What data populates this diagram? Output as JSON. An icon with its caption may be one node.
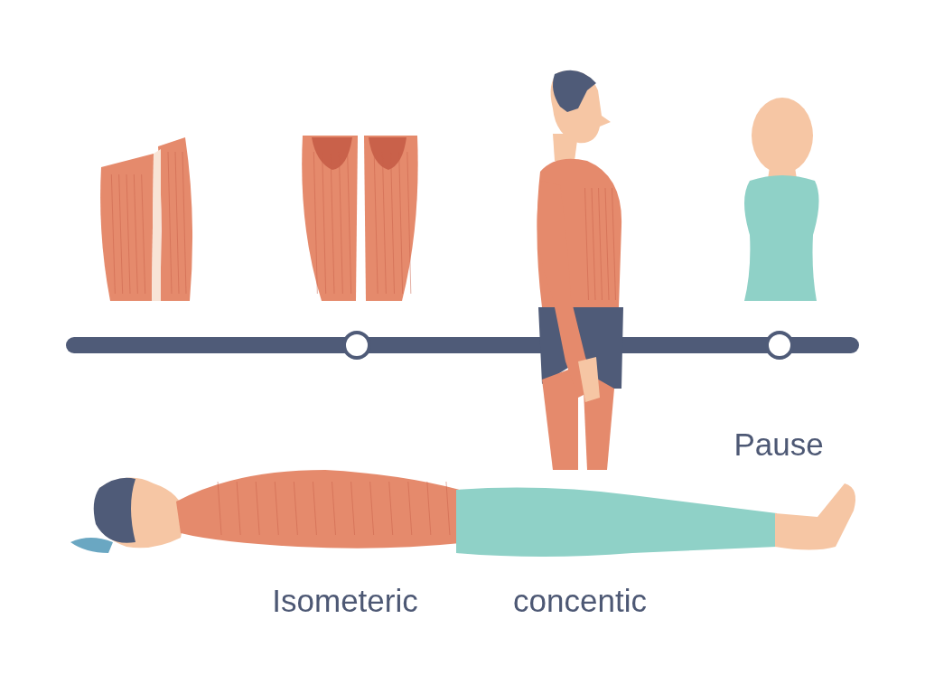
{
  "diagram": {
    "labels": [
      "Pause",
      "Isometeric",
      "concentic"
    ]
  }
}
